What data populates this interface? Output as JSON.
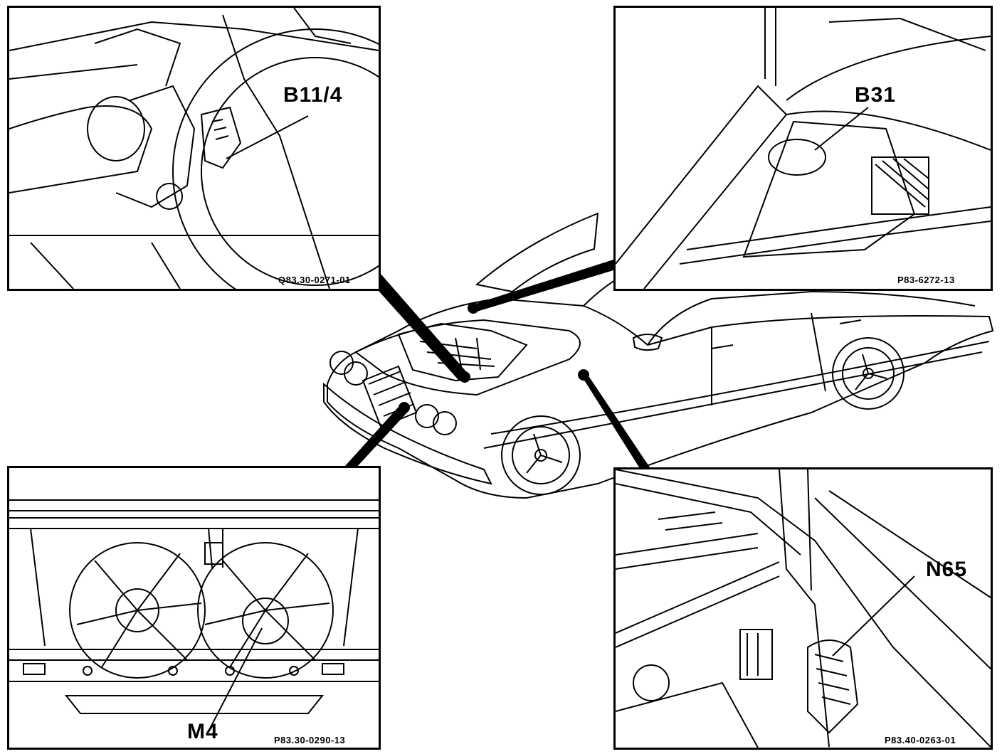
{
  "components": [
    {
      "id": "b11-4",
      "label": "B11/4",
      "figure_code": "Q83.30-0271-01"
    },
    {
      "id": "b31",
      "label": "B31",
      "figure_code": "P83-6272-13"
    },
    {
      "id": "m4",
      "label": "M4",
      "figure_code": "P83.30-0290-13"
    },
    {
      "id": "n65",
      "label": "N65",
      "figure_code": "P83.40-0263-01"
    }
  ]
}
